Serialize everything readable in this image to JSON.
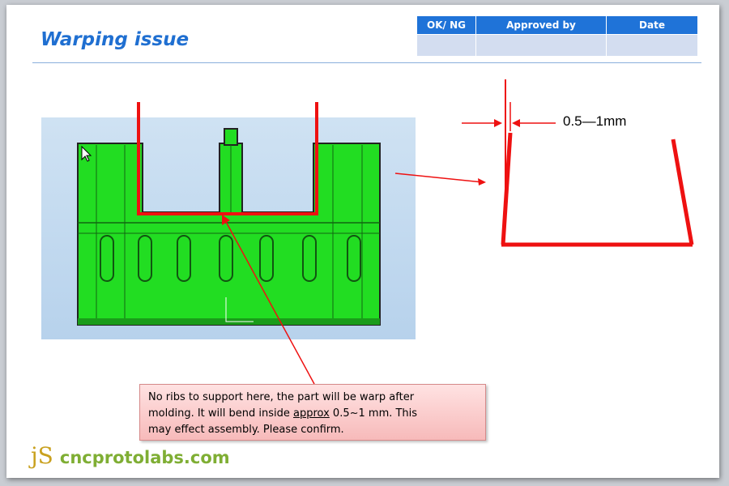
{
  "slide": {
    "title": "Warping issue"
  },
  "approval_table": {
    "headers": [
      "OK/ NG",
      "Approved by",
      "Date"
    ],
    "values": [
      "",
      "",
      ""
    ]
  },
  "diagram": {
    "dimension_label": "0.5—1mm",
    "warn_color": "#ee1111",
    "part_color": "#22dd22"
  },
  "callout": {
    "line1": "No ribs to support here, the part will be warp after",
    "line2_pre": "molding. It will bend inside ",
    "line2_underlined": "approx",
    "line2_post": " 0.5~1 mm. This",
    "line3": "may effect assembly. Please confirm."
  },
  "logo": {
    "mark": "jS",
    "text": "cncprotolabs.com"
  }
}
